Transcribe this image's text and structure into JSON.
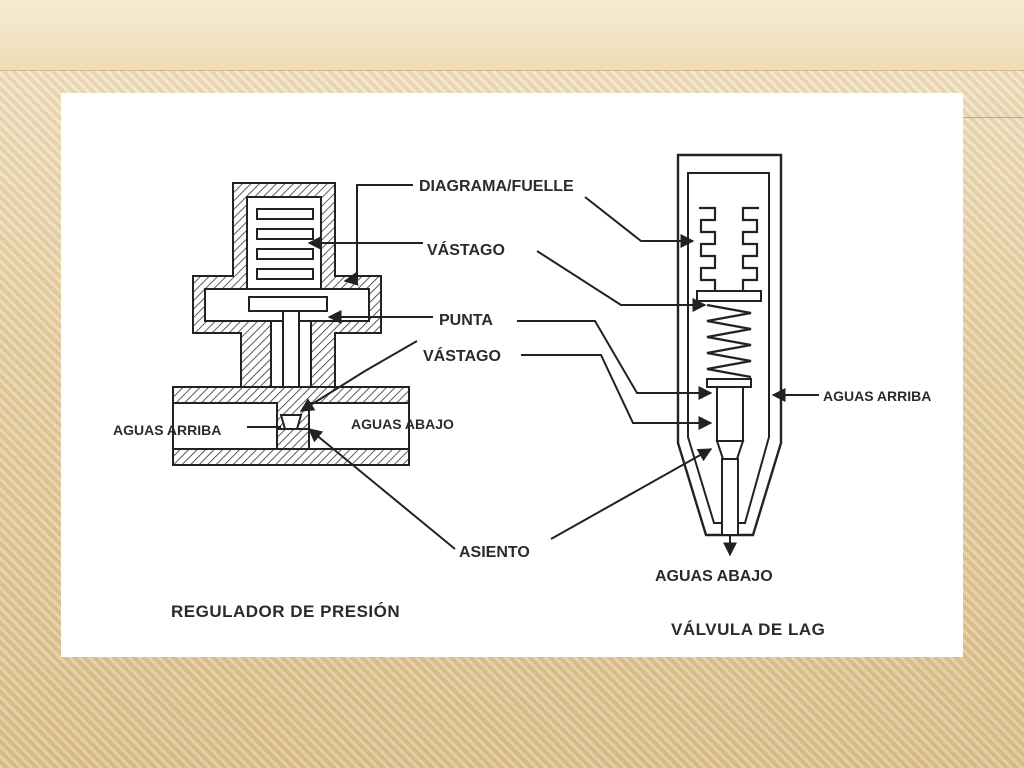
{
  "labels": {
    "diagrama_fuelle": "DIAGRAMA/FUELLE",
    "vastago_1": "VÁSTAGO",
    "punta": "PUNTA",
    "vastago_2": "VÁSTAGO",
    "aguas_arriba_left": "AGUAS ARRIBA",
    "aguas_abajo_left": "AGUAS ABAJO",
    "asiento": "ASIENTO",
    "aguas_arriba_right": "AGUAS ARRIBA",
    "aguas_abajo_right": "AGUAS ABAJO"
  },
  "captions": {
    "regulador": "REGULADOR DE PRESIÓN",
    "valvula": "VÁLVULA DE LAG"
  },
  "colors": {
    "ink": "#2b2b2b",
    "paper": "#ffffff",
    "slide": "#e8d2a6",
    "accent": "#8fb0c8"
  }
}
